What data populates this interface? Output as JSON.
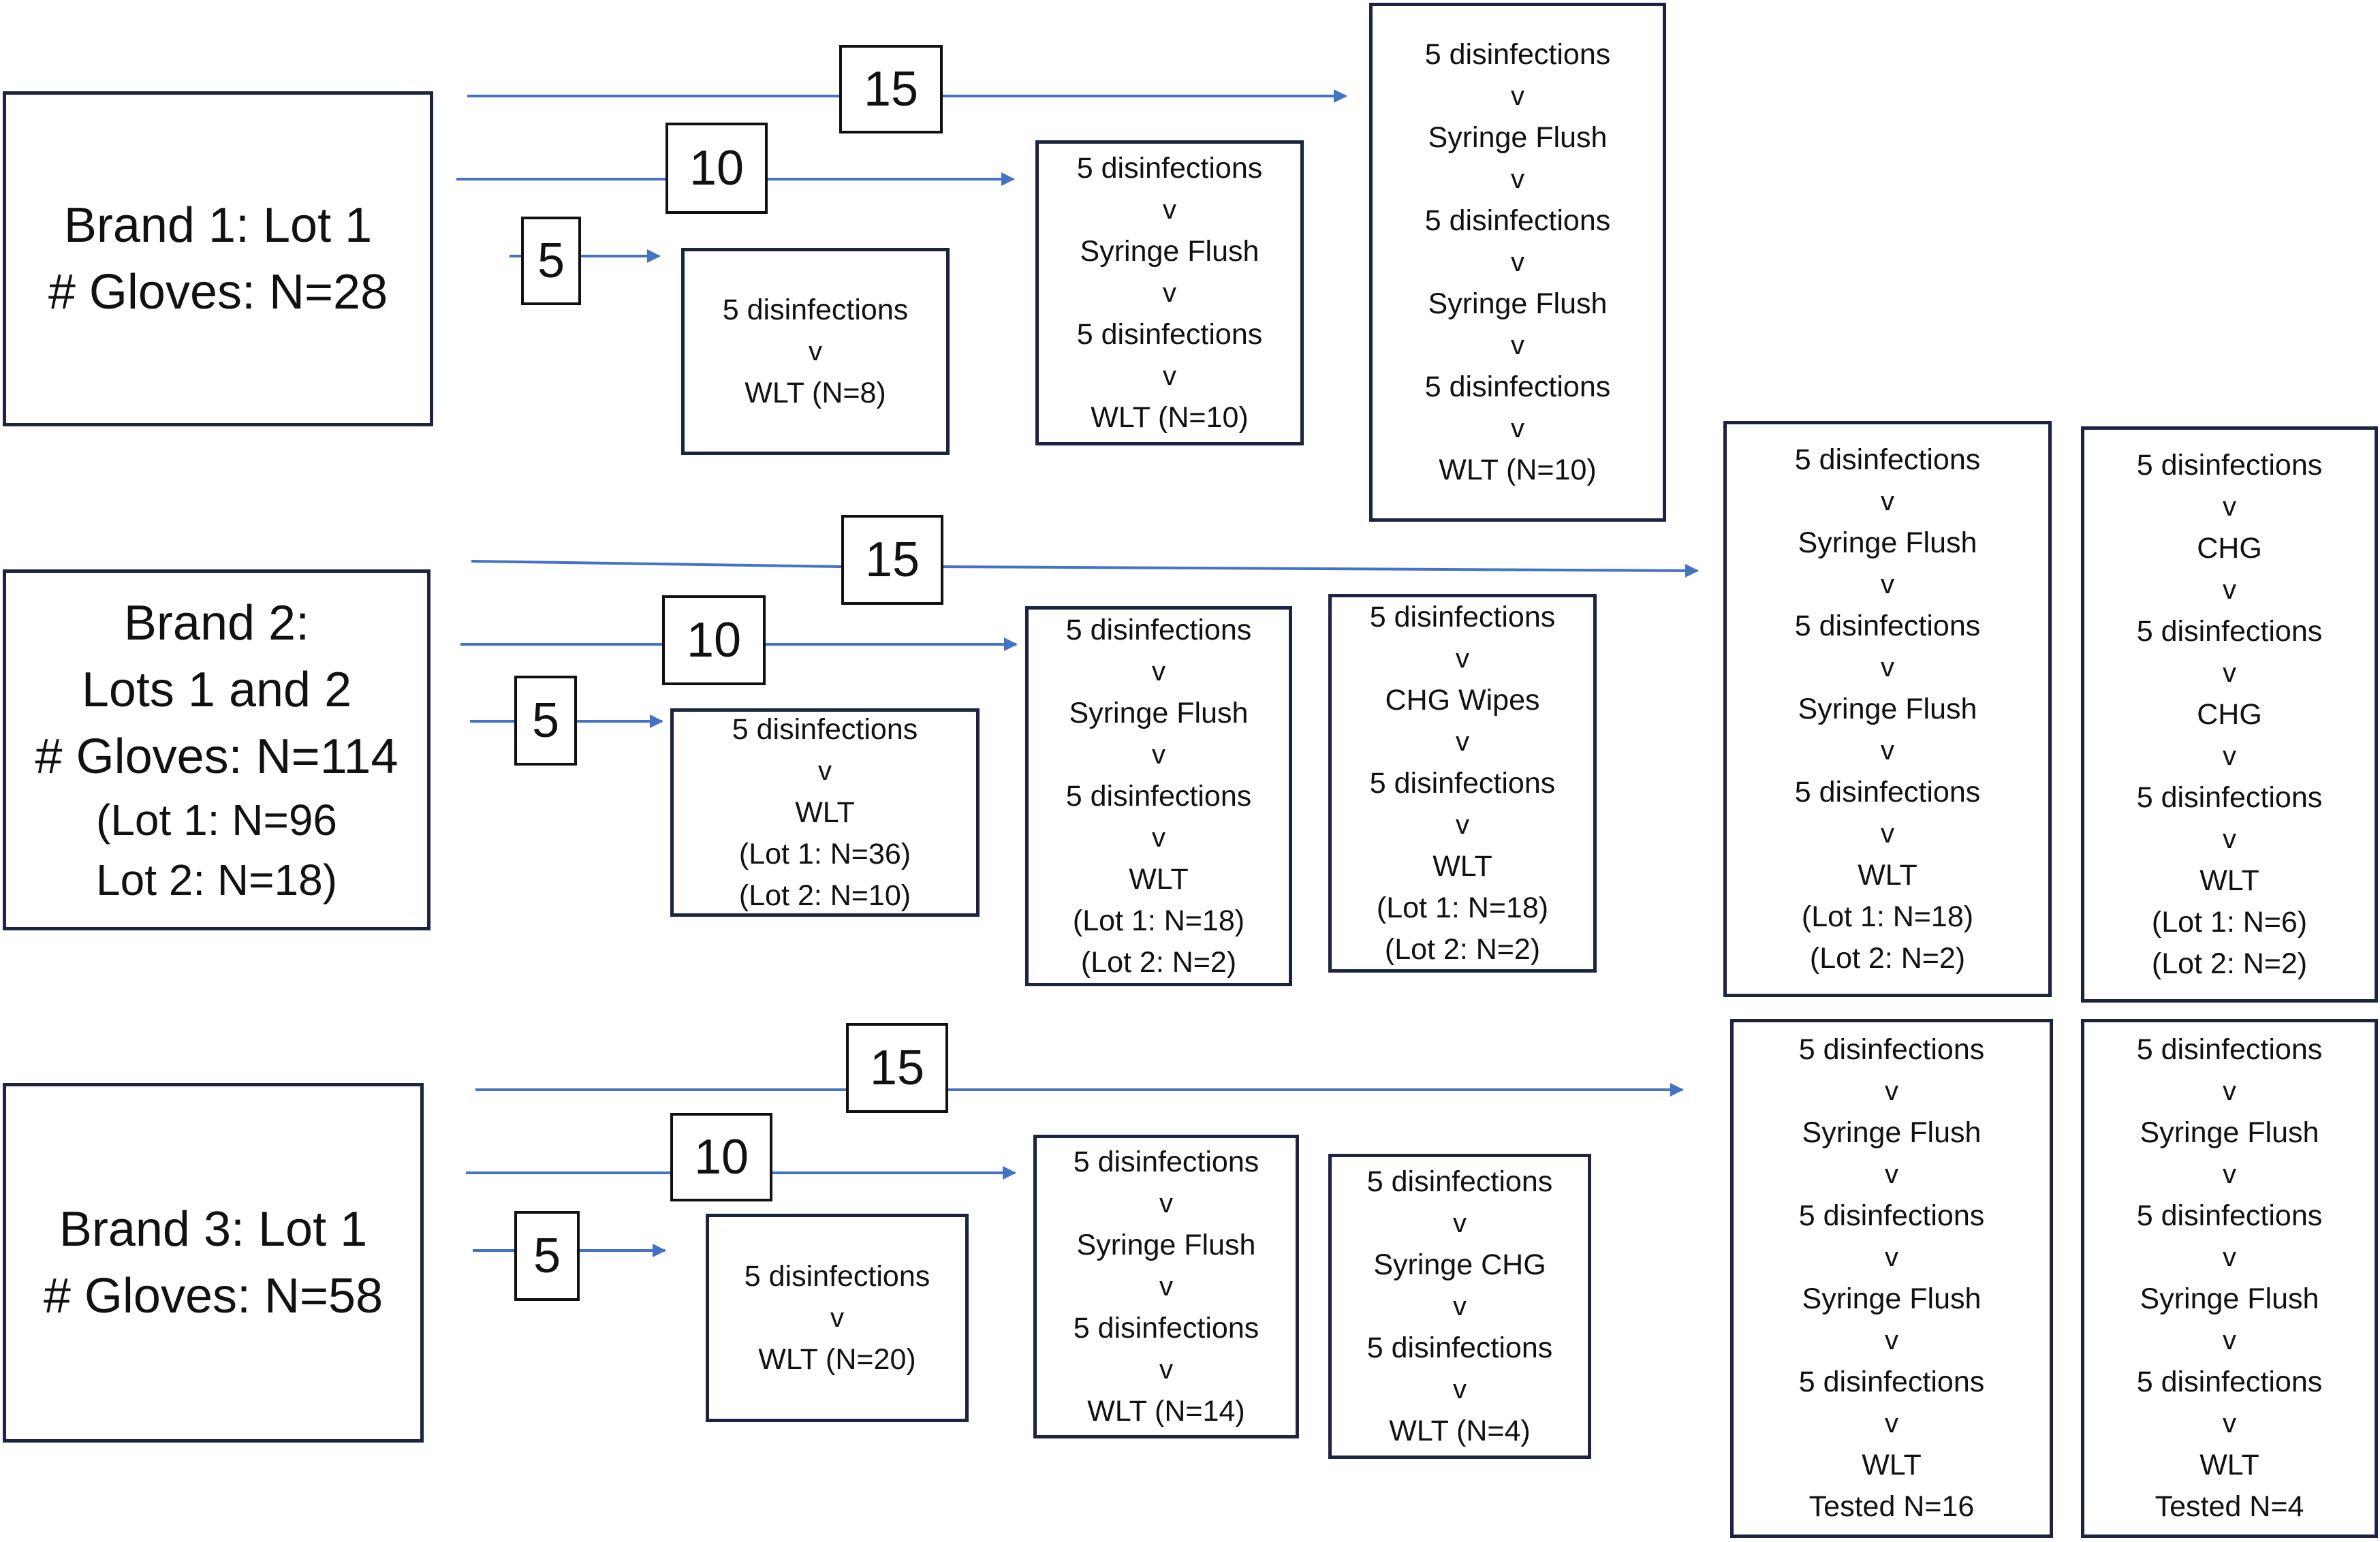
{
  "colors": {
    "arrow": "#4472c4",
    "border": "#1c2440"
  },
  "brands": [
    {
      "lines": [
        "Brand 1: Lot 1",
        "# Gloves: N=28"
      ]
    },
    {
      "lines": [
        "Brand 2:",
        "Lots 1 and 2",
        "# Gloves: N=114",
        "(Lot 1: N=96",
        "Lot 2: N=18)"
      ]
    },
    {
      "lines": [
        "Brand 3: Lot 1",
        "# Gloves: N=58"
      ]
    }
  ],
  "counts": [
    "5",
    "10",
    "15",
    "5",
    "10",
    "15",
    "5",
    "10",
    "15"
  ],
  "arrow_glyph": "v",
  "steps": [
    [
      "5 disinfections",
      "WLT (N=8)"
    ],
    [
      "5 disinfections",
      "Syringe Flush",
      "5 disinfections",
      "WLT (N=10)"
    ],
    [
      "5 disinfections",
      "Syringe Flush",
      "5 disinfections",
      "Syringe Flush",
      "5 disinfections",
      "WLT (N=10)"
    ],
    [
      "5 disinfections",
      "WLT\n(Lot 1: N=36)\n(Lot 2: N=10)"
    ],
    [
      "5 disinfections",
      "Syringe Flush",
      "5 disinfections",
      "WLT\n(Lot 1: N=18)\n(Lot 2: N=2)"
    ],
    [
      "5 disinfections",
      "CHG Wipes",
      "5 disinfections",
      "WLT\n(Lot 1: N=18)\n(Lot 2: N=2)"
    ],
    [
      "5 disinfections",
      "Syringe Flush",
      "5 disinfections",
      "Syringe Flush",
      "5 disinfections",
      "WLT\n(Lot 1: N=18)\n(Lot 2: N=2)"
    ],
    [
      "5 disinfections",
      "CHG",
      "5 disinfections",
      "CHG",
      "5 disinfections",
      "WLT\n(Lot 1: N=6)\n(Lot 2: N=2)"
    ],
    [
      "5 disinfections",
      "WLT (N=20)"
    ],
    [
      "5 disinfections",
      "Syringe Flush",
      "5 disinfections",
      "WLT (N=14)"
    ],
    [
      "5 disinfections",
      "Syringe CHG",
      "5 disinfections",
      "WLT (N=4)"
    ],
    [
      "5 disinfections",
      "Syringe Flush",
      "5 disinfections",
      "Syringe Flush",
      "5 disinfections",
      "WLT\nTested N=16"
    ],
    [
      "5 disinfections",
      "Syringe Flush",
      "5 disinfections",
      "Syringe Flush",
      "5 disinfections",
      "WLT\nTested N=4"
    ]
  ]
}
